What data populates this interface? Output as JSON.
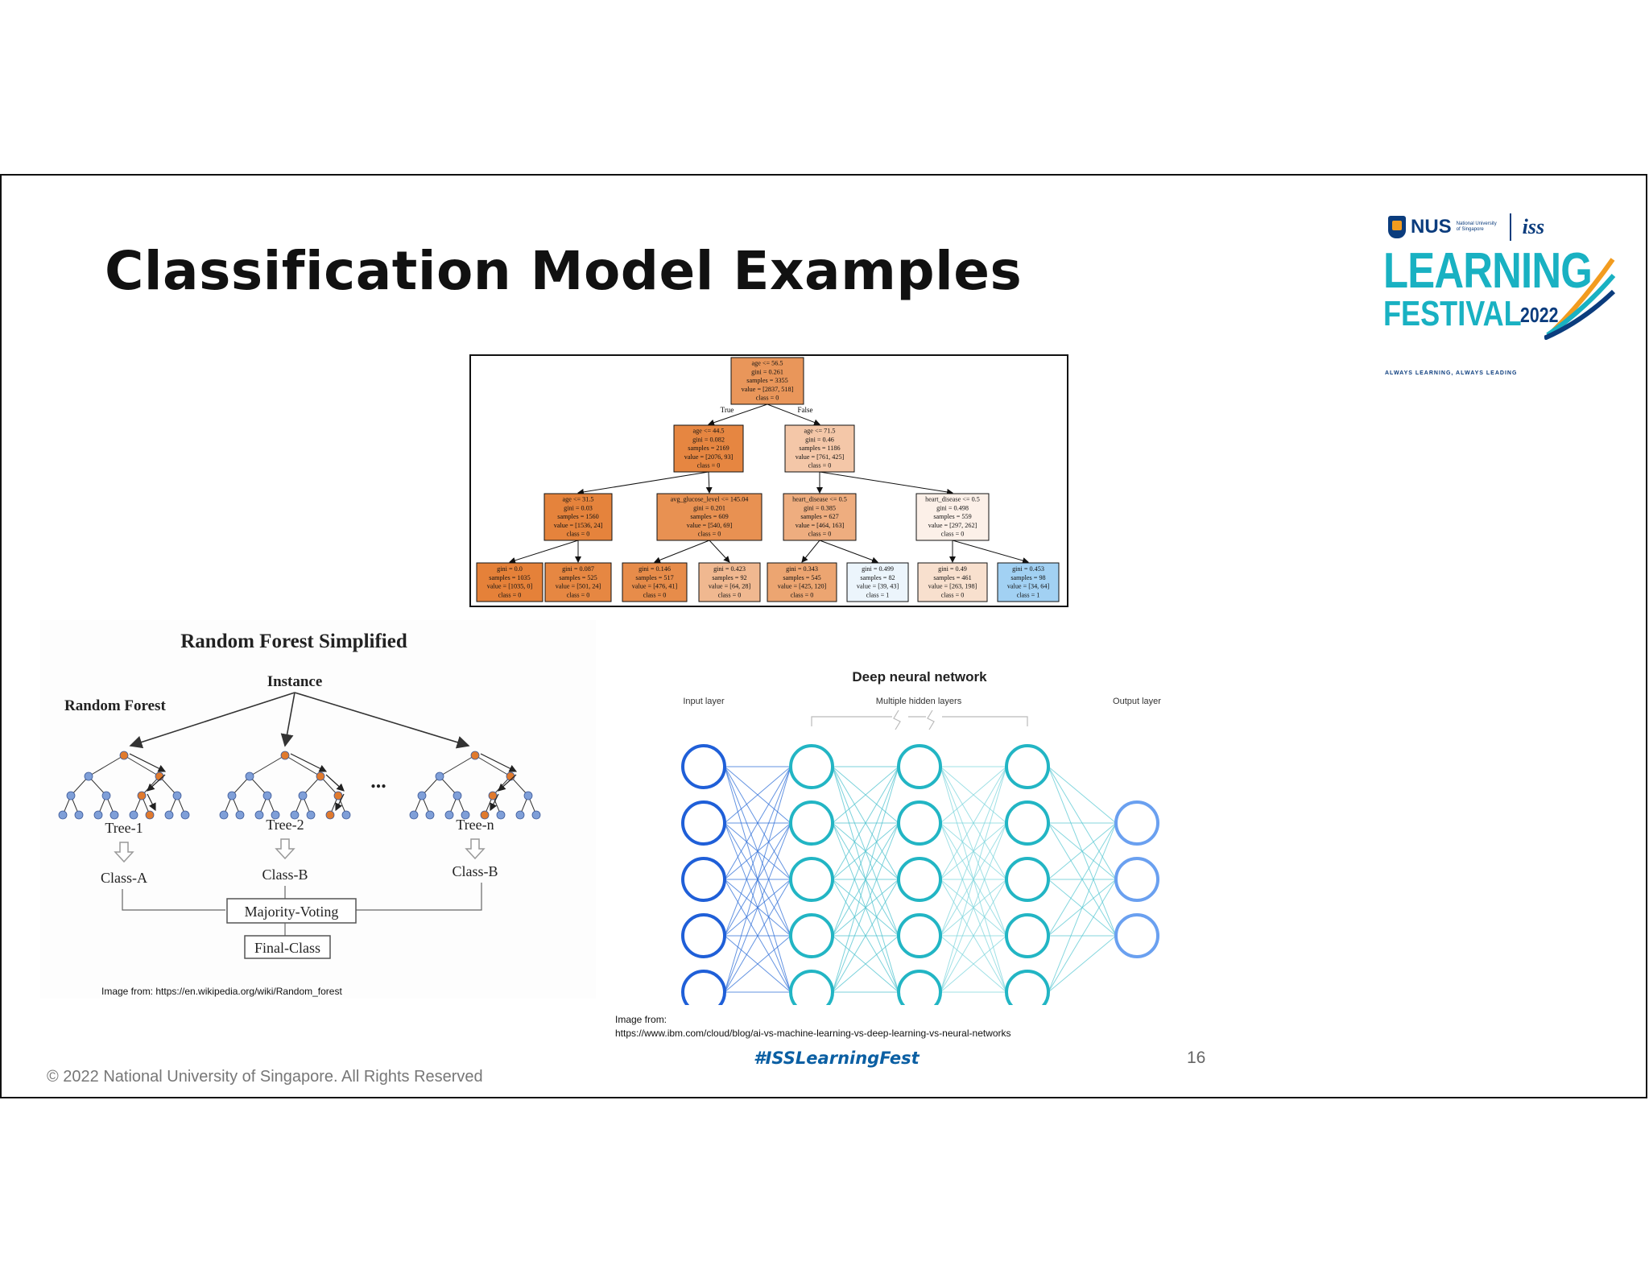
{
  "slide": {
    "title": "Classification Model Examples",
    "footer": "© 2022 National University of Singapore. All Rights Reserved",
    "hashtag": "#ISSLearningFest",
    "page_number": "16"
  },
  "logo": {
    "nus": "NUS",
    "nus_sub": "National University of Singapore",
    "iss": "iss",
    "line1": "LEARNING",
    "line2": "FESTIVAL",
    "year": "2022",
    "tagline": "ALWAYS LEARNING, ALWAYS LEADING",
    "colors": {
      "teal": "#19b1c2",
      "navy": "#0b3c7d",
      "orange": "#f29c1f"
    }
  },
  "decision_tree": {
    "edge_labels": {
      "true": "True",
      "false": "False"
    },
    "nodes": [
      {
        "lines": [
          "age <= 56.5",
          "gini = 0.261",
          "samples = 3355",
          "value = [2837, 518]",
          "class = 0"
        ],
        "fill": "#e9965a"
      },
      {
        "lines": [
          "age <= 44.5",
          "gini = 0.082",
          "samples = 2169",
          "value = [2076, 93]",
          "class = 0"
        ],
        "fill": "#e68641"
      },
      {
        "lines": [
          "age <= 71.5",
          "gini = 0.46",
          "samples = 1186",
          "value = [761, 425]",
          "class = 0"
        ],
        "fill": "#f4c7a8"
      },
      {
        "lines": [
          "age <= 31.5",
          "gini = 0.03",
          "samples = 1560",
          "value = [1536, 24]",
          "class = 0"
        ],
        "fill": "#e5833c"
      },
      {
        "lines": [
          "avg_glucose_level <= 145.04",
          "gini = 0.201",
          "samples = 609",
          "value = [540, 69]",
          "class = 0"
        ],
        "fill": "#e89152"
      },
      {
        "lines": [
          "heart_disease <= 0.5",
          "gini = 0.385",
          "samples = 627",
          "value = [464, 163]",
          "class = 0"
        ],
        "fill": "#eead7f"
      },
      {
        "lines": [
          "heart_disease <= 0.5",
          "gini = 0.498",
          "samples = 559",
          "value = [297, 262]",
          "class = 0"
        ],
        "fill": "#fcf0e8"
      },
      {
        "lines": [
          "gini = 0.0",
          "samples = 1035",
          "value = [1035, 0]",
          "class = 0"
        ],
        "fill": "#e58139"
      },
      {
        "lines": [
          "gini = 0.087",
          "samples = 525",
          "value = [501, 24]",
          "class = 0"
        ],
        "fill": "#e68742"
      },
      {
        "lines": [
          "gini = 0.146",
          "samples = 517",
          "value = [476, 41]",
          "class = 0"
        ],
        "fill": "#e78c4a"
      },
      {
        "lines": [
          "gini = 0.423",
          "samples = 92",
          "value = [64, 28]",
          "class = 0"
        ],
        "fill": "#f0b890"
      },
      {
        "lines": [
          "gini = 0.343",
          "samples = 545",
          "value = [425, 120]",
          "class = 0"
        ],
        "fill": "#eca571"
      },
      {
        "lines": [
          "gini = 0.499",
          "samples = 82",
          "value = [39, 43]",
          "class = 1"
        ],
        "fill": "#ecf5fc"
      },
      {
        "lines": [
          "gini = 0.49",
          "samples = 461",
          "value = [263, 198]",
          "class = 0"
        ],
        "fill": "#f8e0ce"
      },
      {
        "lines": [
          "gini = 0.453",
          "samples = 98",
          "value = [34, 64]",
          "class = 1"
        ],
        "fill": "#a2d1f3"
      }
    ]
  },
  "random_forest": {
    "title": "Random Forest Simplified",
    "instance_label": "Instance",
    "forest_label": "Random Forest",
    "ellipsis": "...",
    "trees": [
      {
        "name": "Tree-1",
        "class": "Class-A"
      },
      {
        "name": "Tree-2",
        "class": "Class-B"
      },
      {
        "name": "Tree-n",
        "class": "Class-B"
      }
    ],
    "voting_label": "Majority-Voting",
    "final_label": "Final-Class",
    "colors": {
      "node_blue": "#7f9fd8",
      "node_orange": "#e07a2e",
      "arrow_red": "#c0392b"
    },
    "caption": "Image from: https://en.wikipedia.org/wiki/Random_forest"
  },
  "neural_network": {
    "title": "Deep neural network",
    "input_label": "Input layer",
    "hidden_label": "Multiple hidden layers",
    "output_label": "Output layer",
    "layer_sizes": [
      5,
      5,
      5,
      5,
      3
    ],
    "layer_colors": [
      "#1f5fd8",
      "#22b5c4",
      "#22b5c4",
      "#22b5c4",
      "#6aa0f0"
    ],
    "caption_line1": "Image from:",
    "caption_line2": "https://www.ibm.com/cloud/blog/ai-vs-machine-learning-vs-deep-learning-vs-neural-networks"
  }
}
